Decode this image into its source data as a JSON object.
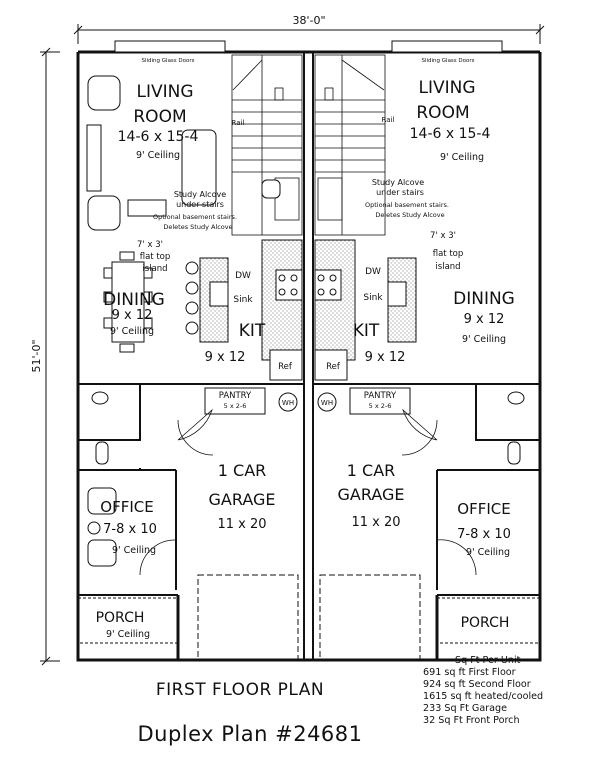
{
  "dimensions": {
    "width": "38'-0\"",
    "depth": "51'-0\""
  },
  "units": {
    "left": {
      "living": {
        "name1": "LIVING",
        "name2": "ROOM",
        "size": "14-6 x 15-4",
        "ceiling": "9' Ceiling"
      },
      "dining": {
        "name": "DINING",
        "size": "9 x 12",
        "ceiling": "9' Ceiling"
      },
      "kitchen": {
        "name": "KIT",
        "size": "9 x 12"
      },
      "office": {
        "name": "OFFICE",
        "size": "7-8 x 10",
        "ceiling": "9' Ceiling"
      },
      "porch": {
        "name": "PORCH",
        "ceiling": "9' Ceiling"
      },
      "garage": {
        "name1": "1 CAR",
        "name2": "GARAGE",
        "size": "11 x 20"
      }
    },
    "right": {
      "living": {
        "name1": "LIVING",
        "name2": "ROOM",
        "size": "14-6 x 15-4",
        "ceiling": "9' Ceiling"
      },
      "dining": {
        "name": "DINING",
        "size": "9 x 12",
        "ceiling": "9' Ceiling"
      },
      "kitchen": {
        "name": "KIT",
        "size": "9 x 12"
      },
      "office": {
        "name": "OFFICE",
        "size": "7-8 x 10",
        "ceiling": "9' Ceiling"
      },
      "porch": {
        "name": "PORCH"
      },
      "garage": {
        "name1": "1 CAR",
        "name2": "GARAGE",
        "size": "11 x 20"
      }
    }
  },
  "labels": {
    "sliding_doors": "Sliding Glass Doors",
    "rail": "Rail",
    "study1": "Study Alcove",
    "study2": "under stairs",
    "opt1": "Optional basement stairs.",
    "opt2": "Deletes Study Alcove",
    "island1": "7' x 3'",
    "island2": "flat top",
    "island3": "island",
    "dw": "DW",
    "sink": "Sink",
    "ref": "Ref",
    "pantry": "PANTRY",
    "pantry_size": "5 x 2-6",
    "wh": "WH"
  },
  "titles": {
    "plan": "FIRST FLOOR PLAN",
    "plan_number": "Duplex Plan #24681"
  },
  "sqft": {
    "heading": "Sq Ft Per Unit",
    "lines": [
      "691 sq ft First Floor",
      "924 sq ft Second Floor",
      "1615 sq ft heated/cooled",
      "233 Sq Ft Garage",
      "32 Sq Ft Front Porch"
    ]
  }
}
